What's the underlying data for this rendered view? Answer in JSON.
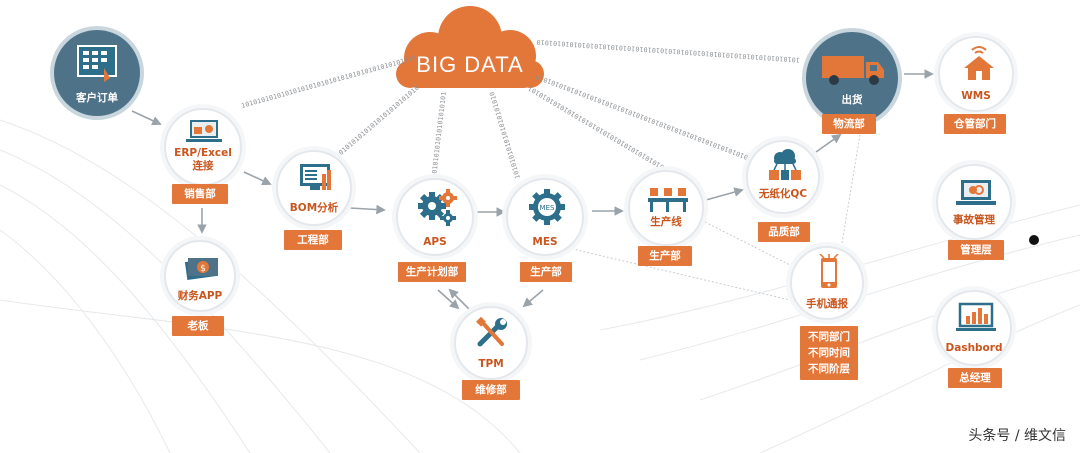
{
  "cloud": {
    "label": "BIG DATA"
  },
  "bits": "10101010101010101010101010101010101010101010101010101010101010101010101010101010",
  "nodes": {
    "customer_order": {
      "label": "客户订单"
    },
    "erp": {
      "label": "ERP/Excel",
      "label2": "连接",
      "tag": "销售部"
    },
    "finance": {
      "label": "财务APP",
      "tag": "老板"
    },
    "bom": {
      "label": "BOM分析",
      "tag": "工程部"
    },
    "aps": {
      "label": "APS",
      "tag": "生产计划部"
    },
    "mes": {
      "label": "MES",
      "icon_text": "MES",
      "tag": "生产部"
    },
    "tpm": {
      "label": "TPM",
      "tag": "维修部"
    },
    "line": {
      "label": "生产线",
      "tag": "生产部"
    },
    "qc": {
      "label": "无纸化QC",
      "tag": "品质部"
    },
    "mobile": {
      "label": "手机通报",
      "tag_lines": [
        "不同部门",
        "不同时间",
        "不同阶层"
      ]
    },
    "shipping": {
      "label": "出货",
      "tag": "物流部"
    },
    "wms": {
      "label": "WMS",
      "tag": "仓管部门"
    },
    "incident": {
      "label": "事故管理",
      "tag": "管理层"
    },
    "dashboard": {
      "label": "Dashbord",
      "tag": "总经理"
    }
  },
  "watermark": "头条号 / 维文信",
  "colors": {
    "accent": "#e3773a",
    "node_dark": "#4e7389",
    "arrow": "#9aa3aa"
  }
}
